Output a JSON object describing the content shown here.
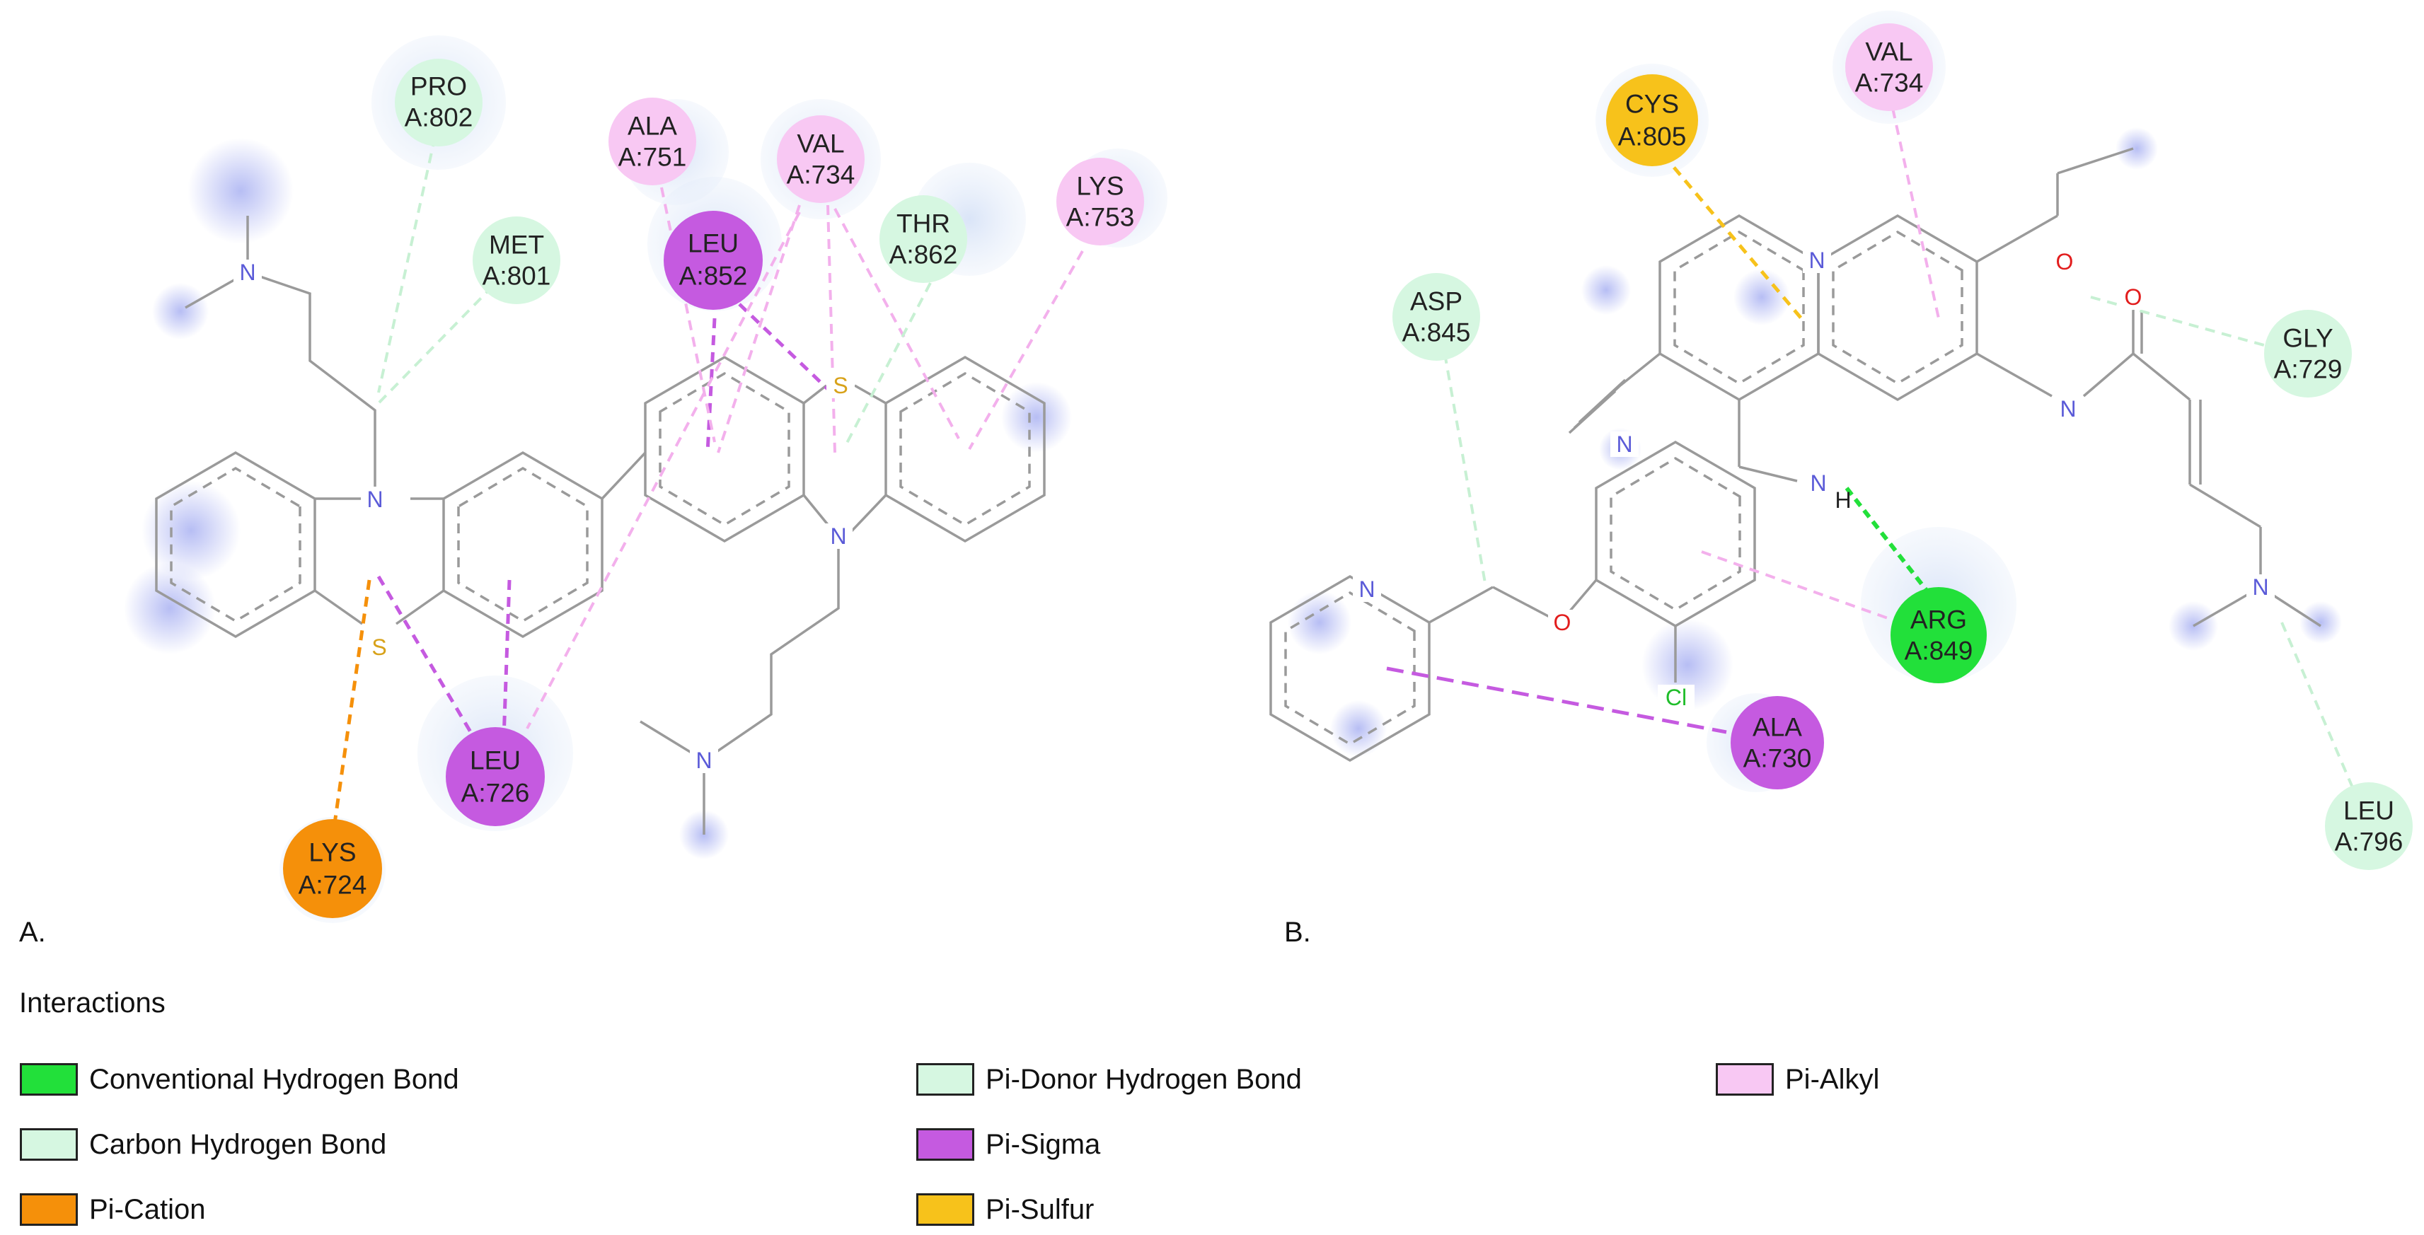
{
  "colors": {
    "conventional_hbond": "#22e03a",
    "carbon_hbond": "#d6f7e1",
    "pi_cation": "#f5900a",
    "pi_donor_hbond": "#d6f7e1",
    "pi_sigma": "#c55ae0",
    "pi_sulfur": "#f7c21b",
    "pi_alkyl": "#f8c8f3",
    "bond": "#9a9a9a",
    "nitrogen": "#5b5bd8",
    "oxygen": "#e21d1d",
    "sulfur": "#d8a21a",
    "chlorine": "#1fbd2a"
  },
  "panels": {
    "a_label": "A.",
    "b_label": "B."
  },
  "atoms": {
    "nitrogen": "N",
    "sulfur": "S",
    "oxygen": "O",
    "chlorine": "Cl",
    "hydrogen": "H"
  },
  "residues_a": [
    {
      "name": "PRO",
      "number": "A:802",
      "type": "carbon_hbond"
    },
    {
      "name": "MET",
      "number": "A:801",
      "type": "carbon_hbond"
    },
    {
      "name": "ALA",
      "number": "A:751",
      "type": "pi_alkyl"
    },
    {
      "name": "LEU",
      "number": "A:852",
      "type": "pi_sigma"
    },
    {
      "name": "VAL",
      "number": "A:734",
      "type": "pi_alkyl"
    },
    {
      "name": "THR",
      "number": "A:862",
      "type": "pi_donor_hbond"
    },
    {
      "name": "LYS",
      "number": "A:753",
      "type": "pi_alkyl"
    },
    {
      "name": "LEU",
      "number": "A:726",
      "type": "pi_sigma"
    },
    {
      "name": "LYS",
      "number": "A:724",
      "type": "pi_cation"
    }
  ],
  "residues_b": [
    {
      "name": "CYS",
      "number": "A:805",
      "type": "pi_sulfur"
    },
    {
      "name": "VAL",
      "number": "A:734",
      "type": "pi_alkyl"
    },
    {
      "name": "ASP",
      "number": "A:845",
      "type": "carbon_hbond"
    },
    {
      "name": "GLY",
      "number": "A:729",
      "type": "carbon_hbond"
    },
    {
      "name": "ARG",
      "number": "A:849",
      "type": "conventional_hbond"
    },
    {
      "name": "ALA",
      "number": "A:730",
      "type": "pi_sigma"
    },
    {
      "name": "LEU",
      "number": "A:796",
      "type": "carbon_hbond"
    }
  ],
  "legend": {
    "title": "Interactions",
    "items": [
      {
        "label": "Conventional Hydrogen Bond",
        "type": "conventional_hbond"
      },
      {
        "label": "Carbon Hydrogen Bond",
        "type": "carbon_hbond"
      },
      {
        "label": "Pi-Cation",
        "type": "pi_cation"
      },
      {
        "label": "Pi-Donor Hydrogen Bond",
        "type": "pi_donor_hbond"
      },
      {
        "label": "Pi-Sigma",
        "type": "pi_sigma"
      },
      {
        "label": "Pi-Sulfur",
        "type": "pi_sulfur"
      },
      {
        "label": "Pi-Alkyl",
        "type": "pi_alkyl"
      }
    ]
  }
}
